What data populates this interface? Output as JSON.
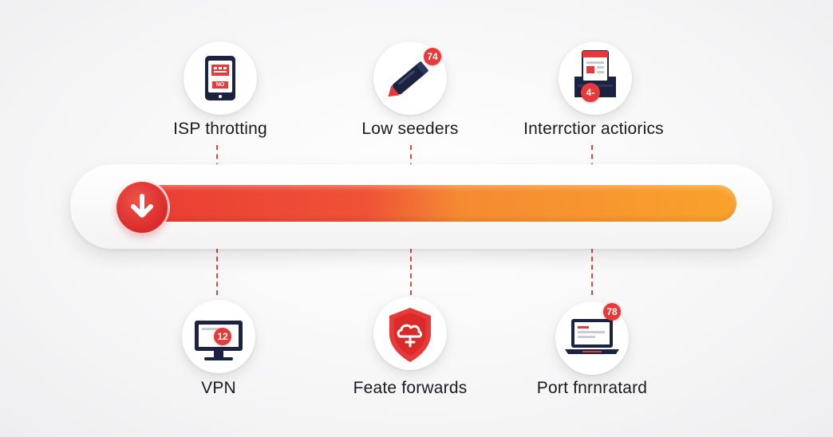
{
  "progress": {
    "fraction": 1.0,
    "start_icon": "download-arrow-icon",
    "colors": {
      "start": "#ea3b33",
      "end": "#f9a22c",
      "button": "#d92b2a"
    }
  },
  "issues": [
    {
      "label": "ISP throtting",
      "icon": "tablet-icon",
      "screen_text": "NO"
    },
    {
      "label": "Low seeders",
      "icon": "pen-icon",
      "badge": "74"
    },
    {
      "label": "Interrctior actiorics",
      "icon": "mail-tray-icon",
      "badge": "4-"
    }
  ],
  "solutions": [
    {
      "label": "VPN",
      "icon": "monitor-icon",
      "badge": "12"
    },
    {
      "label": "Feate forwards",
      "icon": "shield-cloud-icon"
    },
    {
      "label": "Port fnrnratard",
      "icon": "laptop-icon",
      "badge": "78"
    }
  ],
  "colors": {
    "accent": "#e8393a",
    "dark": "#1c2340",
    "connector": "#e0473e"
  }
}
